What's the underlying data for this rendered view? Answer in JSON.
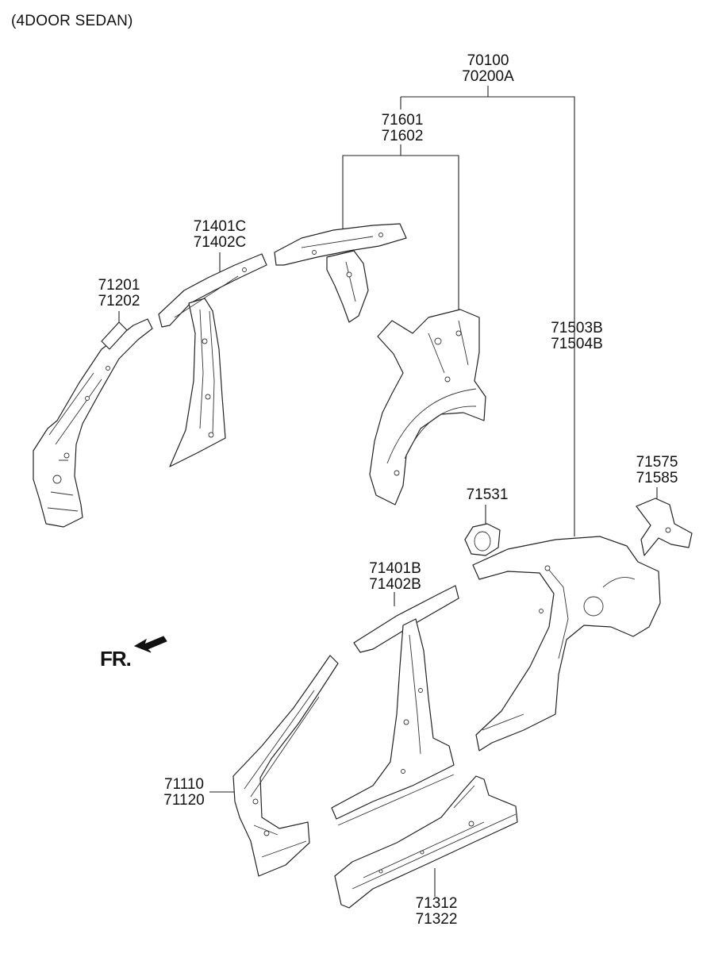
{
  "caption": "(4DOOR SEDAN)",
  "front_marker": "FR.",
  "callouts": [
    {
      "id": "assembly",
      "lines": [
        "70100",
        "70200A"
      ]
    },
    {
      "id": "rear-inner",
      "lines": [
        "71601",
        "71602"
      ]
    },
    {
      "id": "roof-rail-rear",
      "lines": [
        "71401C",
        "71402C"
      ]
    },
    {
      "id": "roof-rail-front",
      "lines": [
        "71201",
        "71202"
      ]
    },
    {
      "id": "quarter-outer",
      "lines": [
        "71503B",
        "71504B"
      ]
    },
    {
      "id": "tail-bracket",
      "lines": [
        "71575",
        "71585"
      ]
    },
    {
      "id": "fuel-door-housing",
      "lines": [
        "71531"
      ]
    },
    {
      "id": "center-pillar-outer",
      "lines": [
        "71401B",
        "71402B"
      ]
    },
    {
      "id": "front-pillar-outer",
      "lines": [
        "71110",
        "71120"
      ]
    },
    {
      "id": "sill-outer",
      "lines": [
        "71312",
        "71322"
      ]
    }
  ]
}
